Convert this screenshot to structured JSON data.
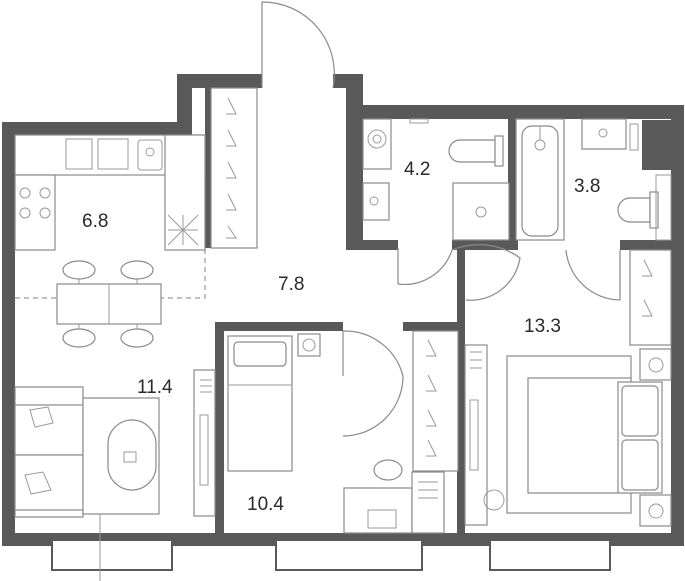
{
  "plan": {
    "rooms": [
      {
        "id": "kitchen",
        "area": "6.8"
      },
      {
        "id": "living",
        "area": "11.4"
      },
      {
        "id": "hall",
        "area": "7.8"
      },
      {
        "id": "bathroom",
        "area": "4.2"
      },
      {
        "id": "wc",
        "area": "3.8"
      },
      {
        "id": "bedroom-small",
        "area": "10.4"
      },
      {
        "id": "bedroom-main",
        "area": "13.3"
      }
    ],
    "colors": {
      "wall": "#595959",
      "line": "#8a8a8a",
      "background": "#ffffff"
    }
  }
}
